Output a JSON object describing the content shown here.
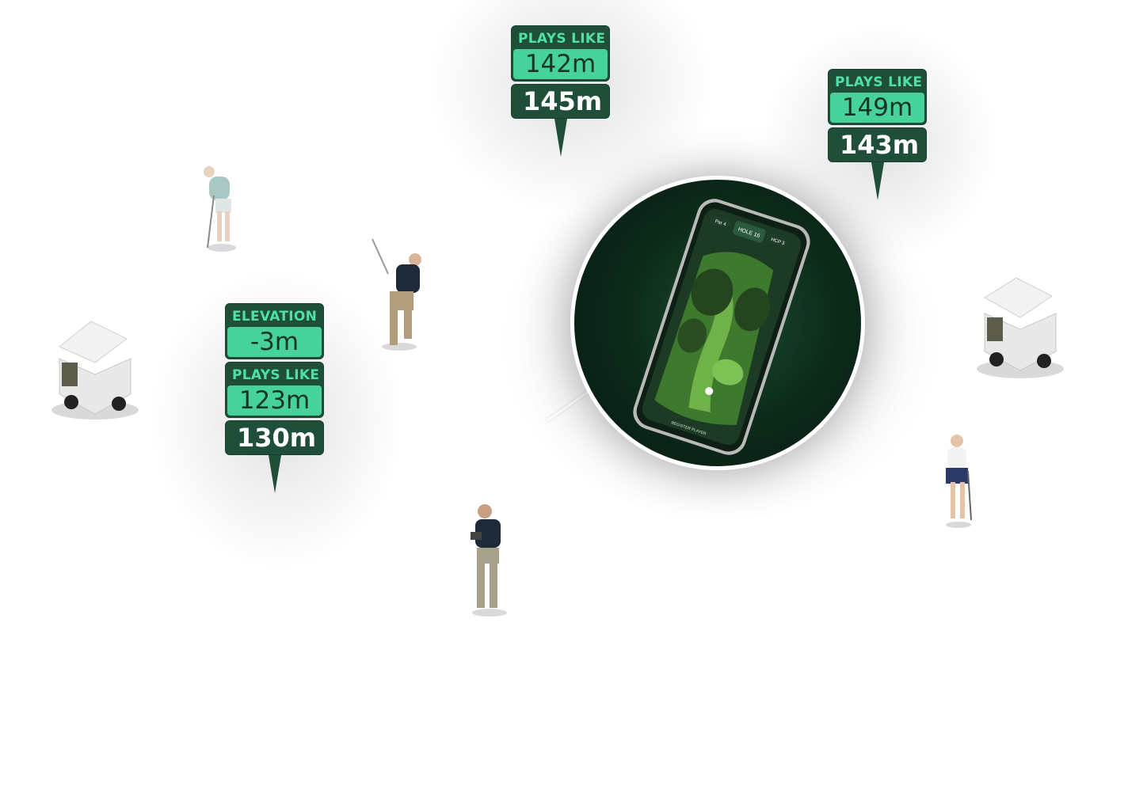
{
  "tags": {
    "top_center": {
      "label": "PLAYS LIKE",
      "plays_like": "142m",
      "distance": "145m"
    },
    "top_right": {
      "label": "PLAYS LIKE",
      "plays_like": "149m",
      "distance": "143m"
    },
    "left": {
      "elevation_label": "ELEVATION",
      "elevation": "-3m",
      "label": "PLAYS LIKE",
      "plays_like": "123m",
      "distance": "130m"
    }
  },
  "phone": {
    "hole_label": "HOLE 16",
    "par_label": "Par 4",
    "hcp_label": "HCP 3",
    "footer_label": "REGISTER PLAYER"
  },
  "colors": {
    "tag_dark": "#1f4e39",
    "tag_accent": "#47d19b",
    "tag_label": "#4fe0a6",
    "circle_bg": "#0c2a1a"
  },
  "icons": [
    "golf-cart-icon",
    "golfer-icon",
    "phone-mockup",
    "map-pin-icon"
  ]
}
